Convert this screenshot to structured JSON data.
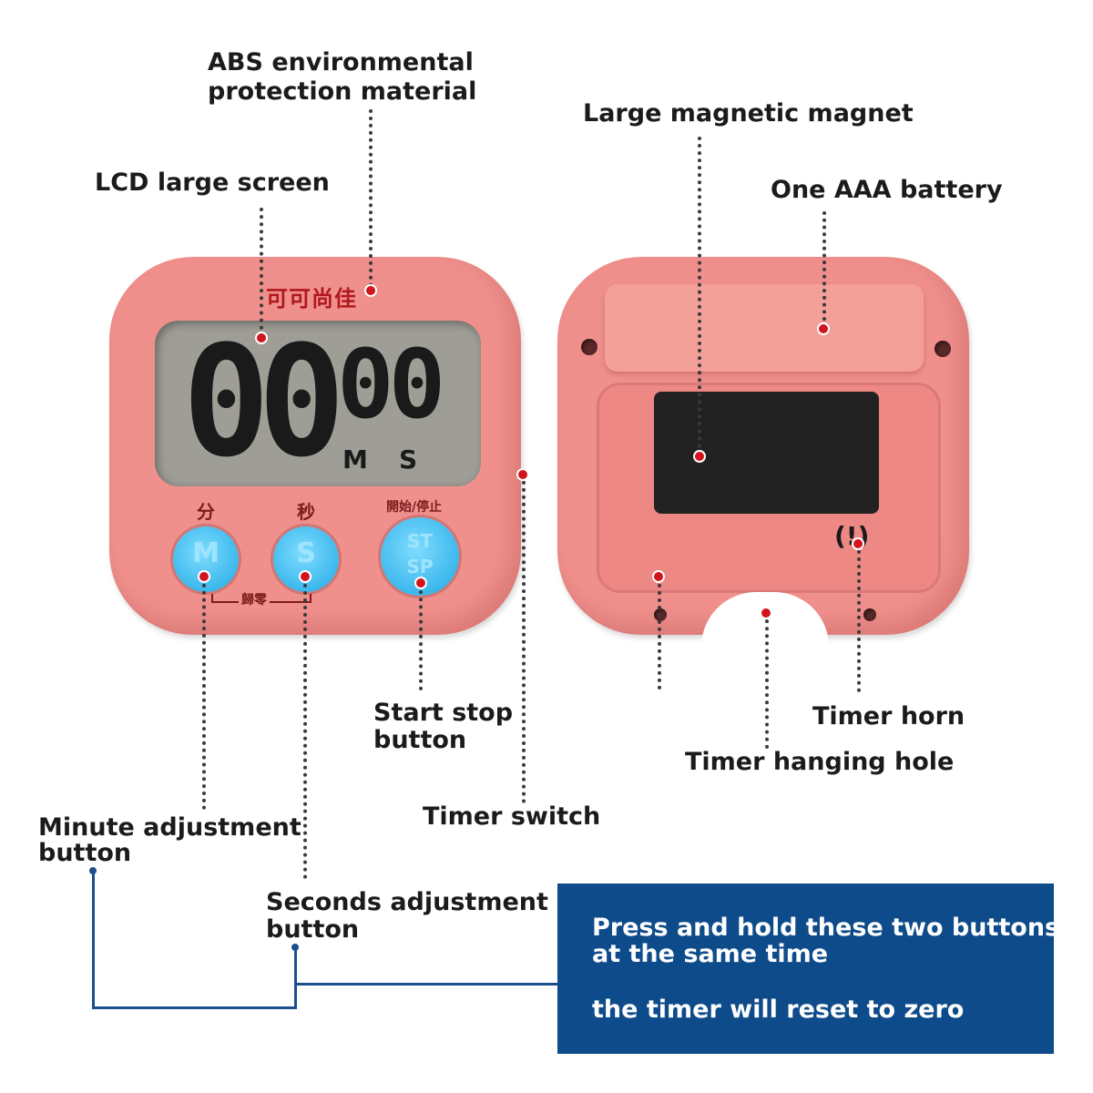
{
  "labels": {
    "abs_line1": "ABS environmental",
    "abs_line2": "protection material",
    "lcd": "LCD large screen",
    "magnet": "Large magnetic magnet",
    "battery": "One AAA battery",
    "start_stop_line1": "Start stop",
    "start_stop_line2": "button",
    "timer_horn": "Timer horn",
    "hanging_hole": "Timer hanging hole",
    "timer_switch": "Timer switch",
    "minute_line1": "Minute adjustment",
    "minute_line2": "button",
    "seconds_line1": "Seconds adjustment",
    "seconds_line2": "button"
  },
  "device": {
    "brand": "可可尚佳",
    "digits_minutes": "00",
    "digits_seconds": "00",
    "unit_m": "M",
    "unit_s": "S",
    "cn_minute": "分",
    "cn_second": "秒",
    "cn_start_stop": "開始/停止",
    "cn_reset": "歸零",
    "btn_m": "M",
    "btn_s": "S",
    "btn_st": "ST",
    "btn_sp": "SP",
    "horn_symbol": "(!)"
  },
  "note": {
    "line1": "Press and hold these two buttons",
    "line2": "at the same time",
    "line3": "the timer will reset to zero"
  },
  "colors": {
    "body_pink": "#f0908c",
    "button_blue": "#3cb8ec",
    "lcd_gray": "#9f9e96",
    "marker_red": "#d2141e",
    "note_blue": "#0e4b8a"
  }
}
